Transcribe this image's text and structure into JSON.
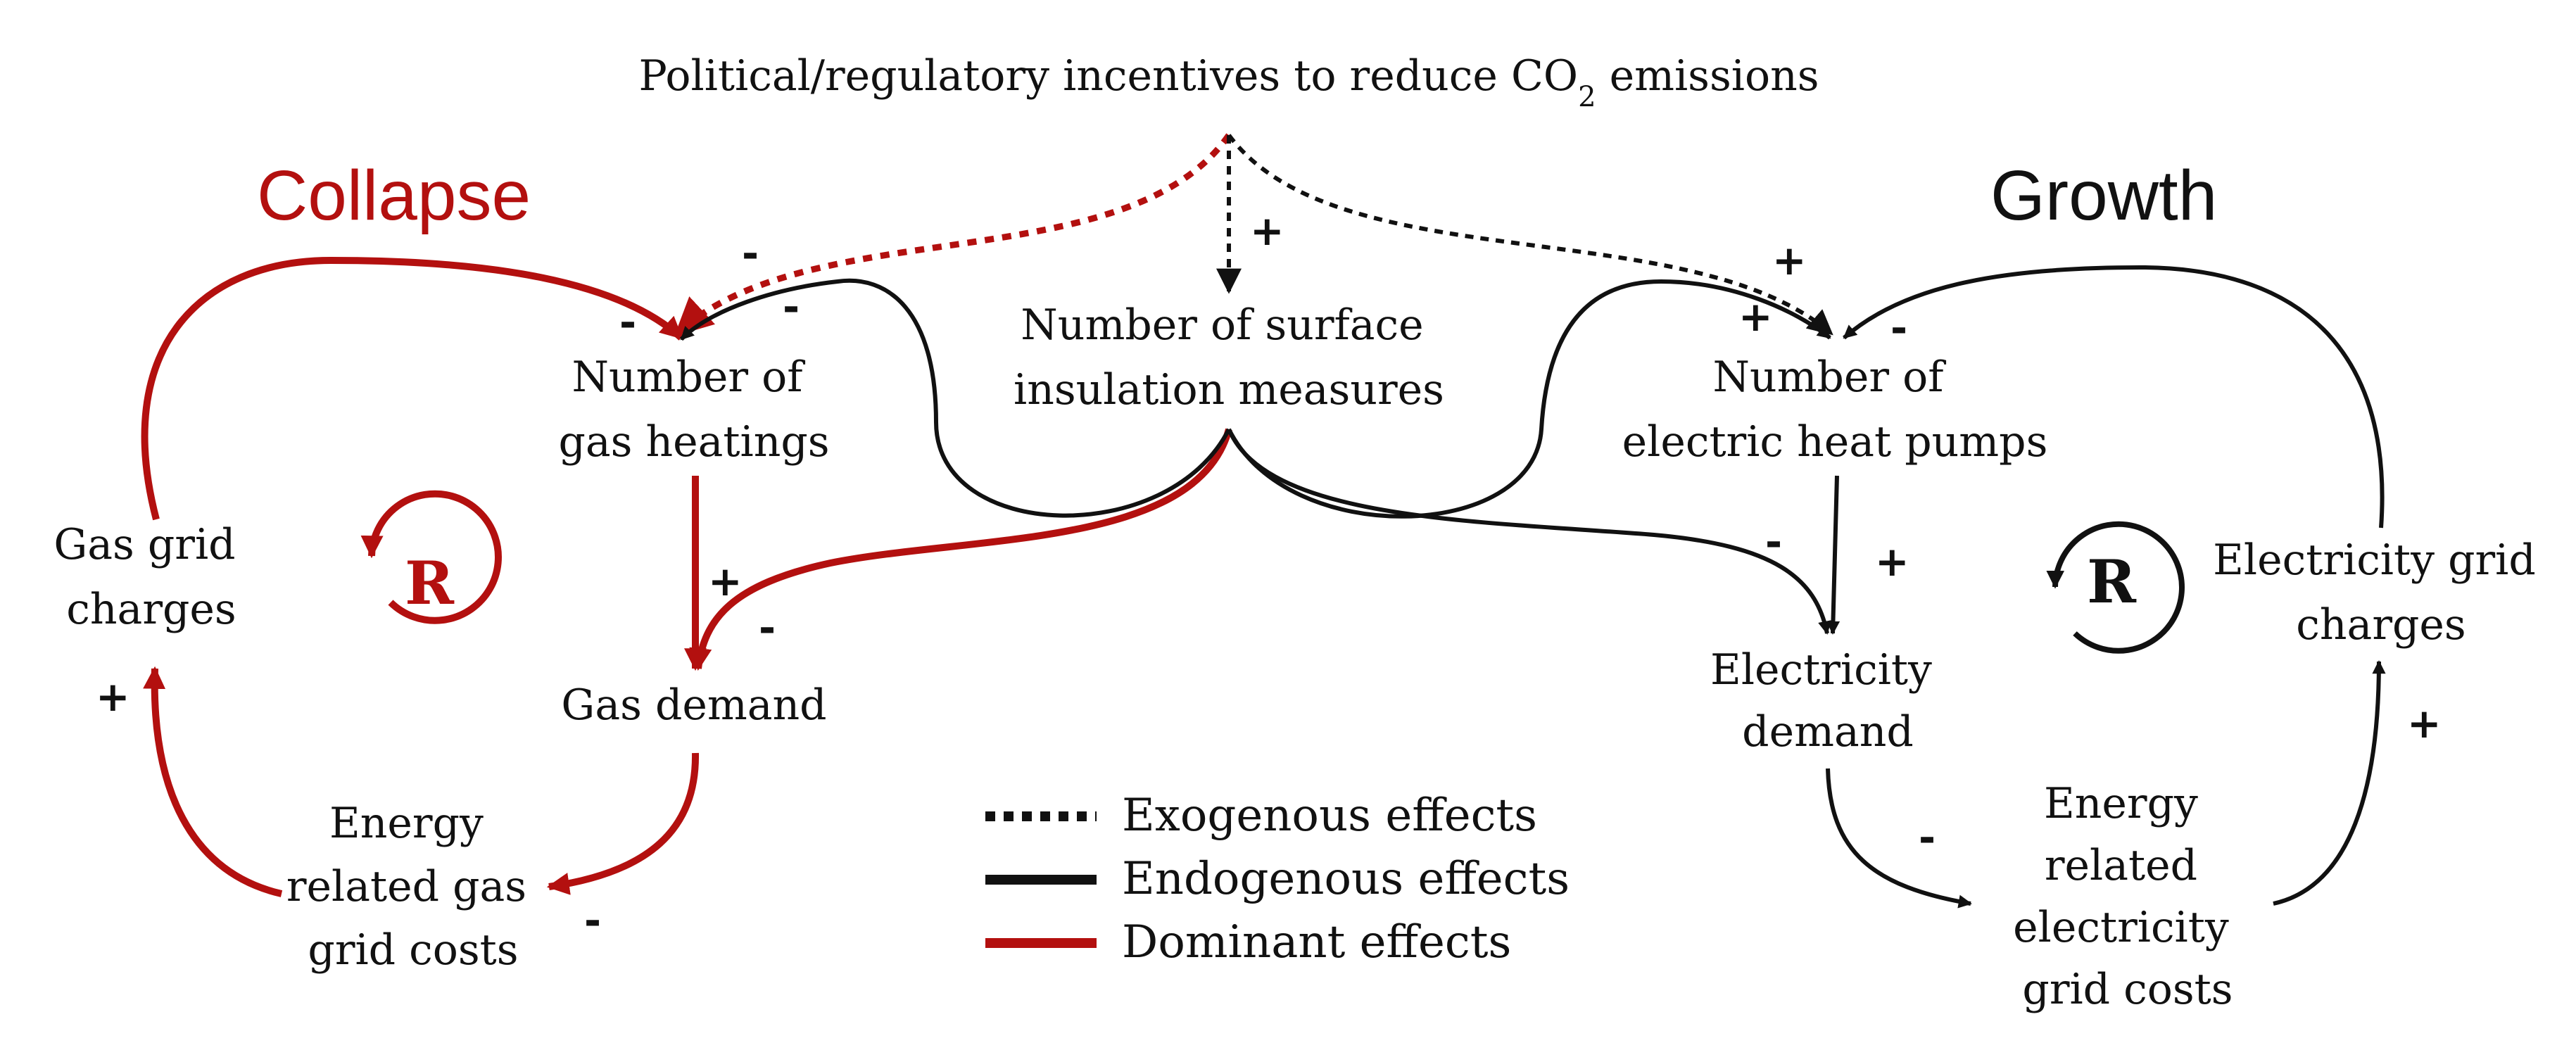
{
  "colors": {
    "dominant": "#b3100f",
    "endogenous": "#111111",
    "background": "#ffffff"
  },
  "headings": {
    "collapse": "Collapse",
    "growth": "Growth"
  },
  "nodes": {
    "policy": {
      "text": "Political/regulatory incentives to reduce CO",
      "subscript": "2",
      "suffix": " emissions"
    },
    "insulation": [
      "Number of surface",
      "insulation measures"
    ],
    "gas_heatings": [
      "Number of",
      "gas heatings"
    ],
    "heat_pumps": [
      "Number of",
      "electric heat pumps"
    ],
    "gas_grid_charges": [
      "Gas grid",
      "charges"
    ],
    "gas_demand": [
      "Gas demand"
    ],
    "gas_grid_costs": [
      "Energy",
      "related gas",
      "grid costs"
    ],
    "elec_demand": [
      "Electricity",
      "demand"
    ],
    "elec_grid_costs": [
      "Energy",
      "related",
      "electricity",
      "grid costs"
    ],
    "elec_grid_charges": [
      "Electricity grid",
      "charges"
    ]
  },
  "loops": {
    "collapse": "R",
    "growth": "R"
  },
  "signs": {
    "policy_to_gas_heatings": "-",
    "policy_to_insulation": "+",
    "policy_to_heat_pumps": "+",
    "charges_to_gas_heatings": "-",
    "insulation_to_gas_heatings": "-",
    "elec_charges_to_heat_pumps": "-",
    "insulation_to_heat_pumps": "+",
    "gas_heatings_to_gas_demand": "+",
    "insulation_to_gas_demand": "-",
    "costs_to_gas_charges": "+",
    "gas_demand_to_costs": "-",
    "insulation_to_elec_demand": "-",
    "heat_pumps_to_elec_demand": "+",
    "elec_demand_to_costs": "-",
    "elec_costs_to_charges": "+"
  },
  "legend": {
    "exogenous": "Exogenous effects",
    "endogenous": "Endogenous effects",
    "dominant": "Dominant effects"
  }
}
